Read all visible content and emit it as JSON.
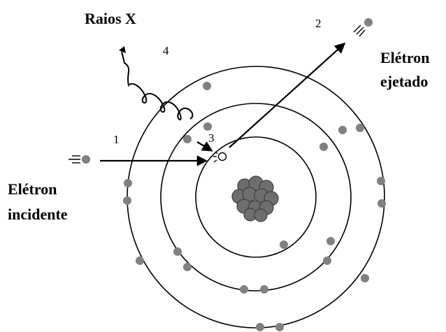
{
  "labels": {
    "xray": "Raios X",
    "ejected_line1": "Elétron",
    "ejected_line2": "ejetado",
    "incident_line1": "Elétron",
    "incident_line2": "incidente"
  },
  "step_numbers": {
    "one": "1",
    "two": "2",
    "three": "3",
    "four": "4"
  },
  "colors": {
    "electron": "#808080",
    "nucleus": "#6e6e6e",
    "line": "#000000"
  }
}
